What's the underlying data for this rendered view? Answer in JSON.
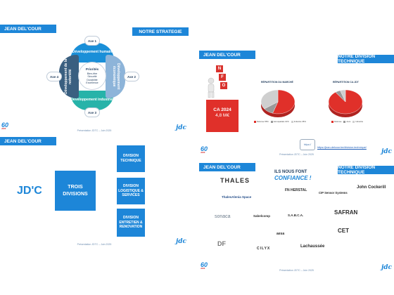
{
  "slides": {
    "strategie": {
      "company": "JEAN DEL'COUR",
      "section": "NOTRE STRATEGIE",
      "axes": [
        "Axe 1",
        "Axe 2",
        "Axe 3",
        "Axe 4"
      ],
      "top": "Développement humain",
      "right": "Développement économique",
      "bottom": "Développement industriel",
      "left": "Développement de la notoriété",
      "center_title": "Priorités",
      "center_items": [
        "Bien-être",
        "Sécurité",
        "Durabilité",
        "Excellence"
      ],
      "footer": "Présentation JDTC – Juin 2025"
    },
    "technique": {
      "company": "JEAN DEL'COUR",
      "section": "NOTRE DIVISION TECHNIQUE",
      "cube_letters": [
        "N",
        "F",
        "O"
      ],
      "ca_label": "CA 2024",
      "ca_value": "4,8 M€",
      "chart1_title": "RÉPARTITION DU MARCHÉ",
      "chart2_title": "RÉPARTITION CA JDT",
      "chart1_legend": [
        "Défense 55%",
        "Aérospatiale 10%",
        "Industrie 35%"
      ],
      "chart2_legend": [
        "Défense",
        "Aéro",
        "Industrie"
      ],
      "globe_label": "https://",
      "link": "https://jean-delcour.be/division-technique/",
      "footer": "Présentation JDTC – Juin 2025",
      "colors": {
        "red": "#e0302a",
        "grey": "#c8c8c8"
      },
      "chart_data": [
        {
          "type": "pie",
          "title": "RÉPARTITION DU MARCHÉ",
          "categories": [
            "Défense",
            "Aérospatiale",
            "Industrie"
          ],
          "values": [
            55,
            10,
            35
          ]
        },
        {
          "type": "pie",
          "title": "RÉPARTITION CA JDT",
          "categories": [
            "Défense",
            "Aéro",
            "Industrie"
          ],
          "values": [
            90,
            5,
            5
          ]
        }
      ]
    },
    "divisions": {
      "company": "JEAN DEL'COUR",
      "brand": "JD'C",
      "center": "TROIS DIVISIONS",
      "items": [
        "DIVISION TECHNIQUE",
        "DIVISION LOGISTIQUE & SERVICES",
        "DIVISION ENTRETIEN & RENOVATION"
      ],
      "footer": "Présentation JDTC – Juin 2025"
    },
    "clients": {
      "company": "JEAN DEL'COUR",
      "section": "NOTRE DIVISION TECHNIQUE",
      "trust_1": "ILS NOUS FONT",
      "trust_2": "CONFIANCE !",
      "logos": [
        "THALES",
        "FN HERSTAL",
        "CIP Sensor Systems",
        "John Cockerill",
        "ThalesAlenia Space",
        "SAFRAN",
        "sonaca",
        "Sabelcomp",
        "S.A.B.C.A.",
        "aesa",
        "CET",
        "DF",
        "CILYX",
        "Lachaussée"
      ],
      "footer": "Présentation JDTC – Juin 2025"
    }
  }
}
